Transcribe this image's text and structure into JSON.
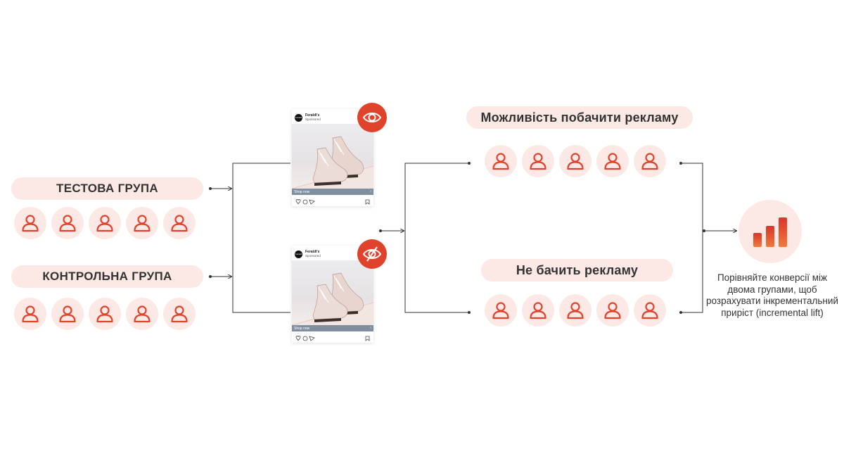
{
  "groups": {
    "test_label": "ТЕСТОВА ГРУПА",
    "control_label": "КОНТРОЛЬНА ГРУПА"
  },
  "ad": {
    "brand": "Feraldi's",
    "sponsored": "Sponsored",
    "cta": "Shop now",
    "logo_text": "Feraldi"
  },
  "outcomes": {
    "exposed_label": "Можливість побачити рекламу",
    "unexposed_label": "Не бачить рекламу"
  },
  "result": {
    "caption": "Порівняйте конверсії між двома групами, щоб розрахувати інкрементальний приріст (incremental lift)"
  },
  "icons": {
    "person": "person-icon",
    "eye": "eye-icon",
    "eye_off": "eye-off-icon",
    "chart": "bar-chart-icon"
  },
  "colors": {
    "accent": "#e0432c",
    "accent_dark": "#d8352b",
    "pill_bg": "#fce9e5",
    "text": "#333333",
    "line": "#333333"
  },
  "avatar_counts": {
    "test_group": 5,
    "control_group": 5,
    "exposed": 5,
    "unexposed": 5
  }
}
